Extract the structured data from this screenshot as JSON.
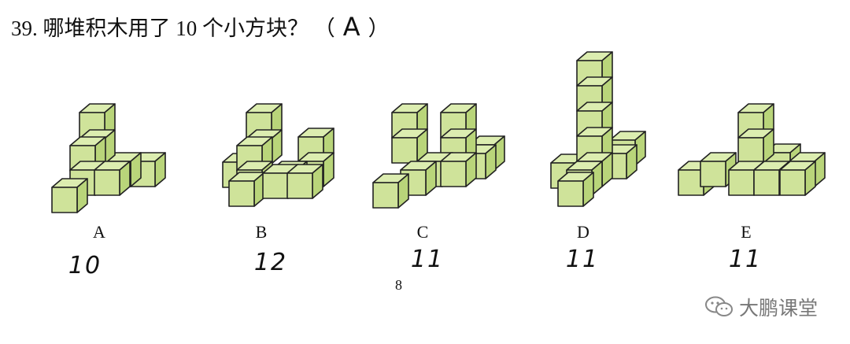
{
  "question": {
    "number": "39.",
    "text": "哪堆积木用了 10 个小方块？",
    "paren_open": "（",
    "answer": "A",
    "paren_close": "）"
  },
  "options": [
    {
      "label": "A",
      "handwritten_count": "10"
    },
    {
      "label": "B",
      "handwritten_count": "12"
    },
    {
      "label": "C",
      "handwritten_count": "11"
    },
    {
      "label": "D",
      "handwritten_count": "11"
    },
    {
      "label": "E",
      "handwritten_count": "11"
    }
  ],
  "page_number": "8",
  "watermark": {
    "icon": "wechat-icon",
    "text": "大鹏课堂"
  },
  "colors": {
    "cube_front": "#cfe39a",
    "cube_top": "#dcedb0",
    "cube_side": "#b9d57a",
    "stroke": "#222222"
  }
}
